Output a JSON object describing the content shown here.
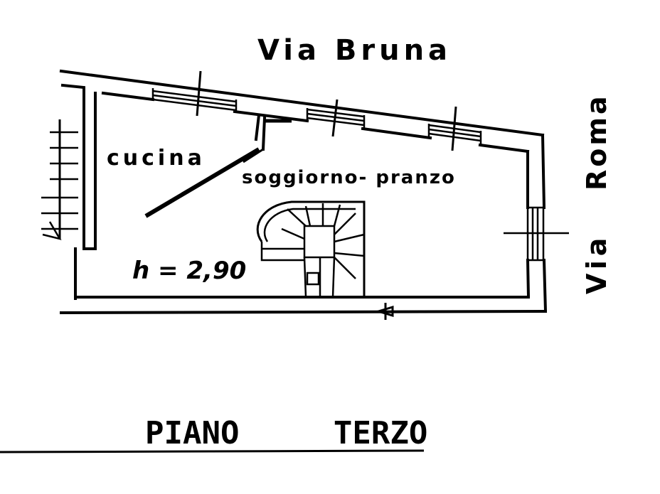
{
  "plan": {
    "street_top": "Via Bruna",
    "street_right_upper": "Roma",
    "street_right_lower": "Via",
    "room_kitchen": "cucina",
    "room_living": "soggiorno- pranzo",
    "height_label": "h = 2,90",
    "floor_title": "PIANO     TERZO"
  },
  "colors": {
    "ink": "#000000",
    "paper": "#ffffff"
  }
}
